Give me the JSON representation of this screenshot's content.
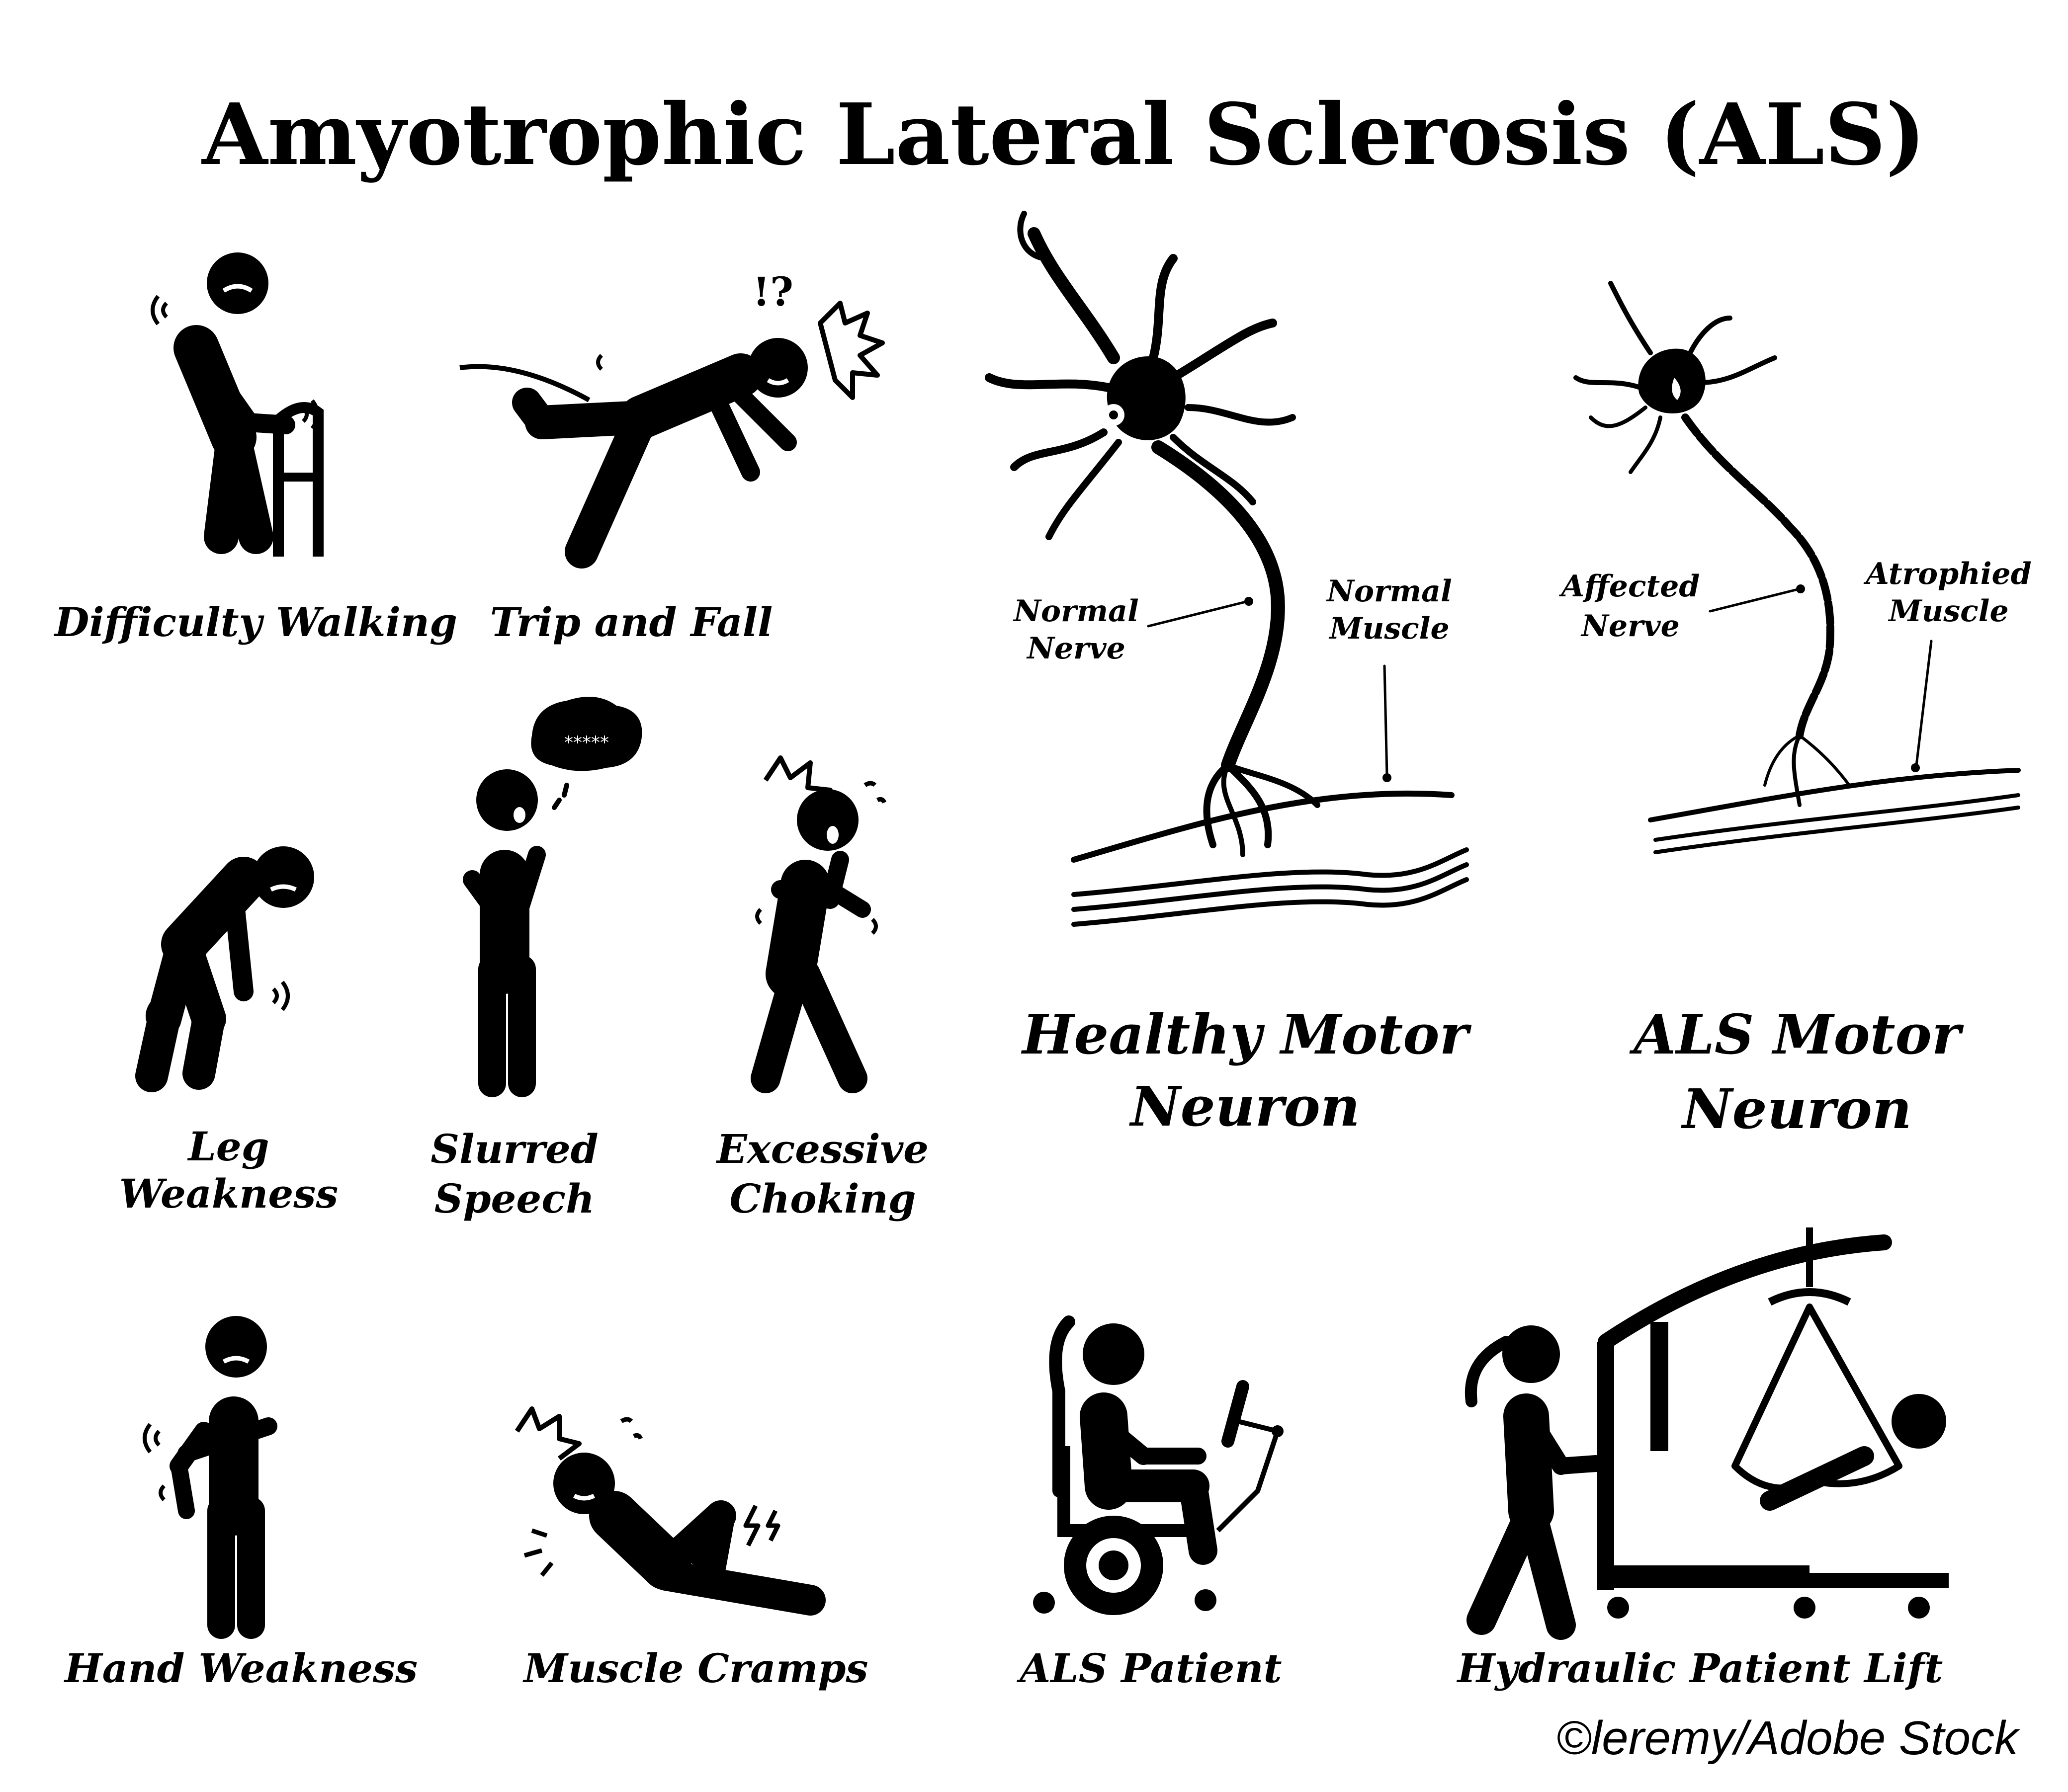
{
  "title": "Amyotrophic Lateral Sclerosis (ALS)",
  "credit": "©leremy/Adobe Stock",
  "colors": {
    "ink": "#000000",
    "paper": "#ffffff"
  },
  "symptoms": {
    "difficulty_walking": {
      "label": "Difficulty Walking",
      "icon": "person-with-walker-icon"
    },
    "trip_and_fall": {
      "label": "Trip and Fall",
      "exclaim": "!?",
      "icon": "falling-person-icon"
    },
    "leg_weakness": {
      "line1": "Leg",
      "line2": "Weakness",
      "icon": "bent-person-holding-knees-icon"
    },
    "slurred_speech": {
      "line1": "Slurred",
      "line2": "Speech",
      "icon": "person-with-garbled-speech-bubble-icon"
    },
    "excessive_choking": {
      "line1": "Excessive",
      "line2": "Choking",
      "icon": "choking-person-icon"
    },
    "hand_weakness": {
      "label": "Hand Weakness",
      "icon": "person-holding-arm-icon"
    },
    "muscle_cramps": {
      "label": "Muscle Cramps",
      "icon": "person-with-leg-cramp-icon"
    },
    "als_patient": {
      "label": "ALS Patient",
      "icon": "person-in-wheelchair-with-screen-icon"
    },
    "hydraulic_lift": {
      "label": "Hydraulic Patient Lift",
      "icon": "caregiver-with-patient-lift-icon"
    }
  },
  "healthy_neuron": {
    "title_line1": "Healthy Motor",
    "title_line2": "Neuron",
    "nerve_line1": "Normal",
    "nerve_line2": "Nerve",
    "muscle_line1": "Normal",
    "muscle_line2": "Muscle",
    "icon": "healthy-neuron-icon"
  },
  "als_neuron": {
    "title_line1": "ALS Motor",
    "title_line2": "Neuron",
    "nerve_line1": "Affected",
    "nerve_line2": "Nerve",
    "muscle_line1": "Atrophied",
    "muscle_line2": "Muscle",
    "icon": "als-neuron-icon"
  }
}
